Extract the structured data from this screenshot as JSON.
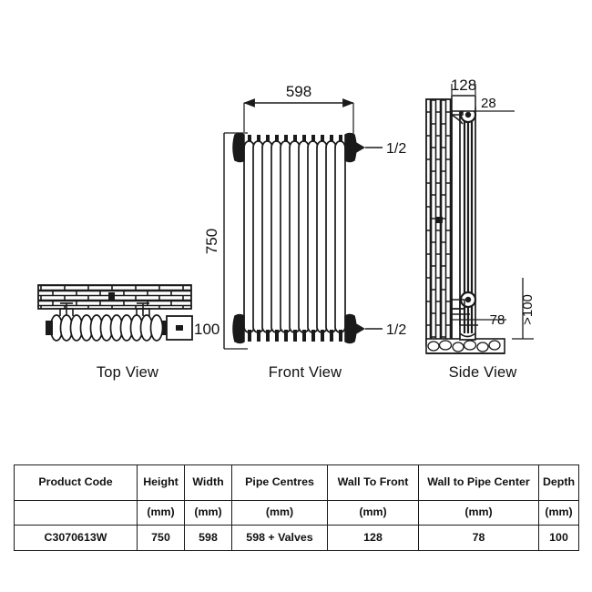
{
  "drawing": {
    "views": {
      "top": {
        "caption": "Top View"
      },
      "front": {
        "caption": "Front View"
      },
      "side": {
        "caption": "Side View"
      }
    },
    "dimensions": {
      "front_width": "598",
      "front_height": "750",
      "top_depth": "100",
      "side_wall_to_front": "128",
      "side_top_offset": "28",
      "side_wall_to_pipe": "78",
      "side_floor_clearance": ">100",
      "connection_top": "1/2",
      "connection_bottom": "1/2"
    }
  },
  "table": {
    "headers": [
      "Product  Code",
      "Height",
      "Width",
      "Pipe Centres",
      "Wall To Front",
      "Wall to Pipe Center",
      "Depth"
    ],
    "units": [
      "",
      "(mm)",
      "(mm)",
      "(mm)",
      "(mm)",
      "(mm)",
      "(mm)"
    ],
    "rows": [
      [
        "C3070613W",
        "750",
        "598",
        "598 + Valves",
        "128",
        "78",
        "100"
      ]
    ]
  },
  "colors": {
    "line": "#1a1a1a",
    "background": "#ffffff",
    "text": "#111111"
  }
}
